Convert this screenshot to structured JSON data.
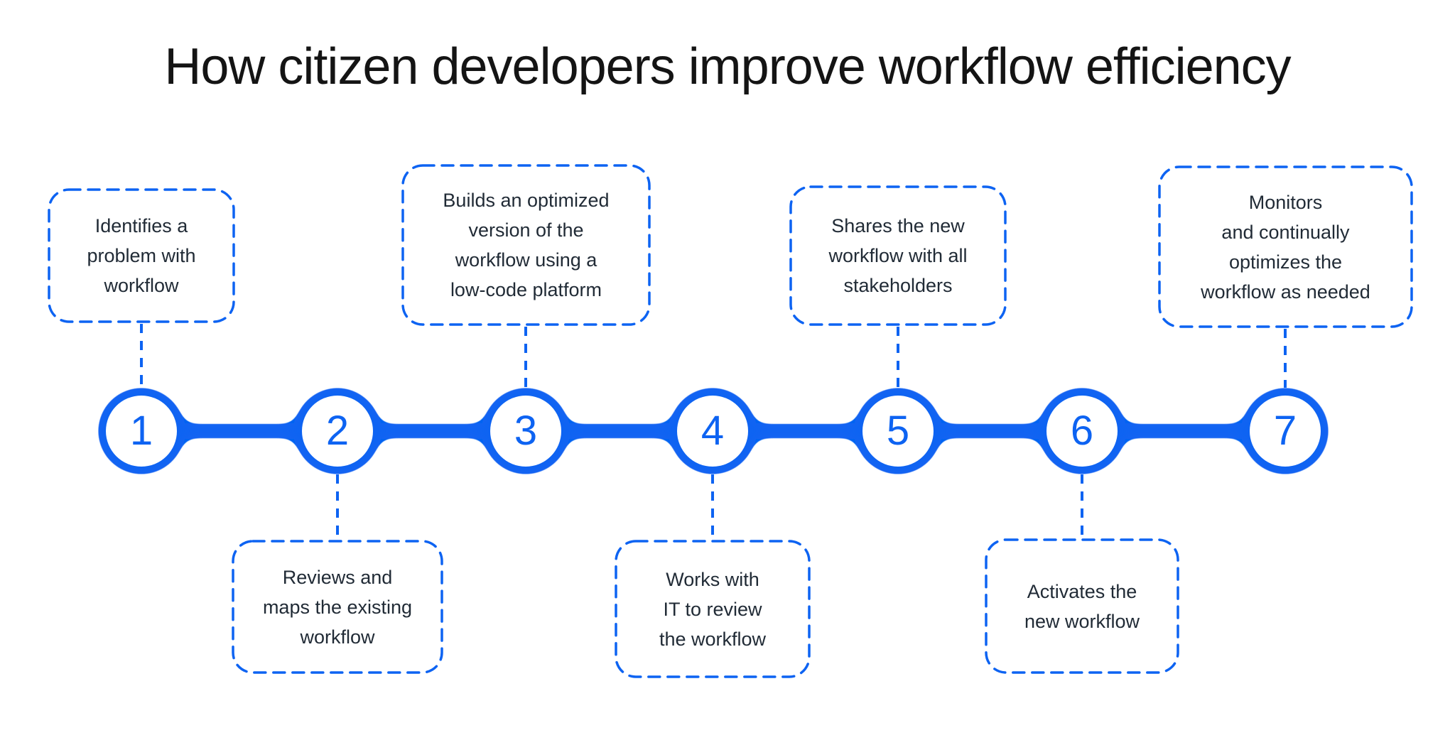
{
  "title": "How citizen developers improve workflow efficiency",
  "colors": {
    "accent": "#0d63f2",
    "text": "#212b36",
    "title": "#141414",
    "background": "#ffffff"
  },
  "steps": [
    {
      "number": "1",
      "position": "above",
      "label": "Identifies a\nproblem with\nworkflow"
    },
    {
      "number": "2",
      "position": "below",
      "label": "Reviews and\nmaps the existing\nworkflow"
    },
    {
      "number": "3",
      "position": "above",
      "label": "Builds an optimized\nversion of the\nworkflow using a\nlow-code platform"
    },
    {
      "number": "4",
      "position": "below",
      "label": "Works with\nIT to review\nthe workflow"
    },
    {
      "number": "5",
      "position": "above",
      "label": "Shares the new\nworkflow with all\nstakeholders"
    },
    {
      "number": "6",
      "position": "below",
      "label": "Activates the\nnew workflow"
    },
    {
      "number": "7",
      "position": "above",
      "label": "Monitors\nand continually\noptimizes the\nworkflow as needed"
    }
  ]
}
